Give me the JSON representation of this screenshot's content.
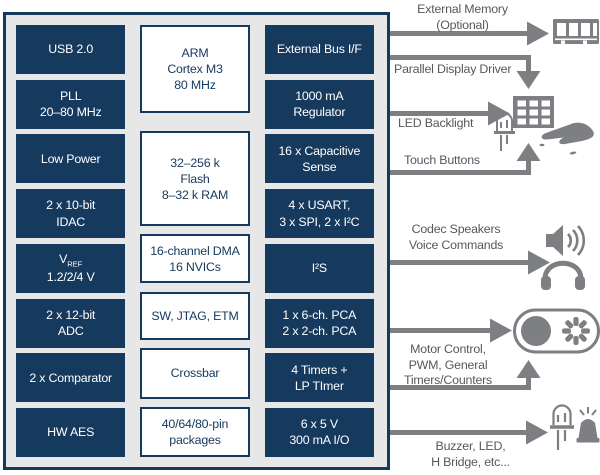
{
  "colors": {
    "navy": "#16395e",
    "box_background": "#e7e7e7",
    "arrow_gray": "#7d7f82",
    "label_gray": "#56585a",
    "white": "#ffffff"
  },
  "blocks": {
    "left": [
      {
        "id": "usb",
        "l1": "USB 2.0"
      },
      {
        "id": "pll",
        "l1": "PLL",
        "l2": "20–80 MHz"
      },
      {
        "id": "low-power",
        "l1": "Low Power"
      },
      {
        "id": "idac",
        "l1": "2 x 10-bit",
        "l2": "IDAC"
      },
      {
        "id": "vref",
        "l1_main": "V",
        "l1_sub": "REF",
        "l2": "1.2/2/4 V"
      },
      {
        "id": "adc",
        "l1": "2 x 12-bit",
        "l2": "ADC"
      },
      {
        "id": "comparator",
        "l1": "2 x Comparator"
      },
      {
        "id": "hw-aes",
        "l1": "HW AES"
      }
    ],
    "middle": [
      {
        "id": "arm",
        "l1": "ARM",
        "l2": "Cortex M3",
        "l3": "80 MHz"
      },
      {
        "id": "flash",
        "l1": "32–256 k",
        "l2": "Flash",
        "l3": "8–32 k RAM"
      },
      {
        "id": "dma",
        "l1": "16-channel DMA",
        "l2": "16 NVICs"
      },
      {
        "id": "debug",
        "l1": "SW, JTAG, ETM"
      },
      {
        "id": "crossbar",
        "l1": "Crossbar"
      },
      {
        "id": "packages",
        "l1": "40/64/80-pin",
        "l2": "packages"
      }
    ],
    "right": [
      {
        "id": "ext-bus",
        "l1": "External Bus I/F"
      },
      {
        "id": "regulator",
        "l1": "1000 mA",
        "l2": "Regulator"
      },
      {
        "id": "cap-sense",
        "l1": "16 x Capacitive",
        "l2": "Sense"
      },
      {
        "id": "usart",
        "l1": "4 x USART,",
        "l2": "3 x SPI, 2 x I²C"
      },
      {
        "id": "i2s",
        "l1": "I²S"
      },
      {
        "id": "pca",
        "l1": "1 x 6-ch. PCA",
        "l2": "2 x 2-ch. PCA"
      },
      {
        "id": "timers",
        "l1": "4 Timers +",
        "l2": "LP TImer"
      },
      {
        "id": "io",
        "l1": "6 x 5 V",
        "l2": "300 mA I/O"
      }
    ]
  },
  "annotations": [
    {
      "id": "external-memory",
      "l1": "External Memory",
      "l2": "(Optional)"
    },
    {
      "id": "parallel-display",
      "l1": "Parallel Display Driver"
    },
    {
      "id": "led-backlight",
      "l1": "LED Backlight"
    },
    {
      "id": "touch-buttons",
      "l1": "Touch Buttons"
    },
    {
      "id": "codec",
      "l1": "Codec Speakers",
      "l2": "Voice Commands"
    },
    {
      "id": "motor",
      "l1": "Motor Control,",
      "l2": "PWM, General",
      "l3": "Timers/Counters"
    },
    {
      "id": "buzzer",
      "l1": "Buzzer, LED,",
      "l2": "H Bridge, etc..."
    }
  ],
  "icons": [
    "memory-module-icon",
    "led-matrix-icon",
    "led-icon",
    "hand-touch-icon",
    "speaker-icon",
    "headphones-icon",
    "motor-icon",
    "siren-icon"
  ]
}
